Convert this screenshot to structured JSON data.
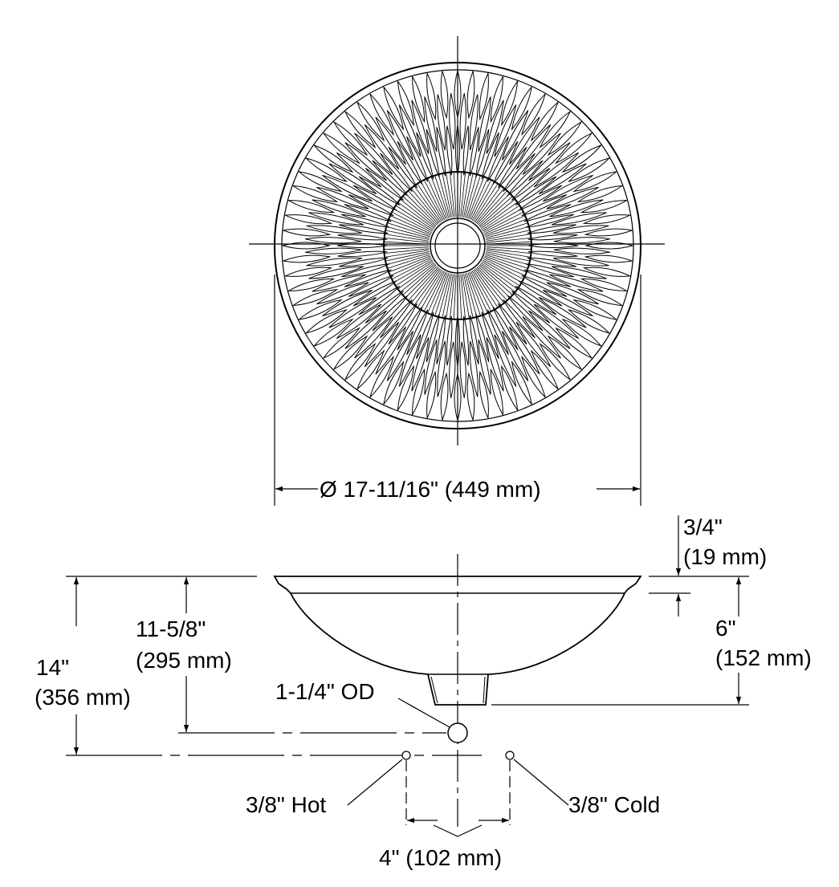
{
  "top_view": {
    "diameter_label": "Ø 17-11/16\" (449 mm)"
  },
  "side_view": {
    "rim_thickness": {
      "imperial": "3/4\"",
      "metric": "(19 mm)"
    },
    "bowl_depth": {
      "imperial": "6\"",
      "metric": "(152 mm)"
    },
    "overall_height": {
      "imperial": "14\"",
      "metric": "(356 mm)"
    },
    "drain_height": {
      "imperial": "11-5/8\"",
      "metric": "(295 mm)"
    },
    "drain_od_label": "1-1/4\" OD",
    "hot_supply_label": "3/8\" Hot",
    "cold_supply_label": "3/8\" Cold",
    "supply_spacing_label": "4\" (102 mm)"
  },
  "colors": {
    "line": "#000000",
    "background": "#ffffff"
  }
}
